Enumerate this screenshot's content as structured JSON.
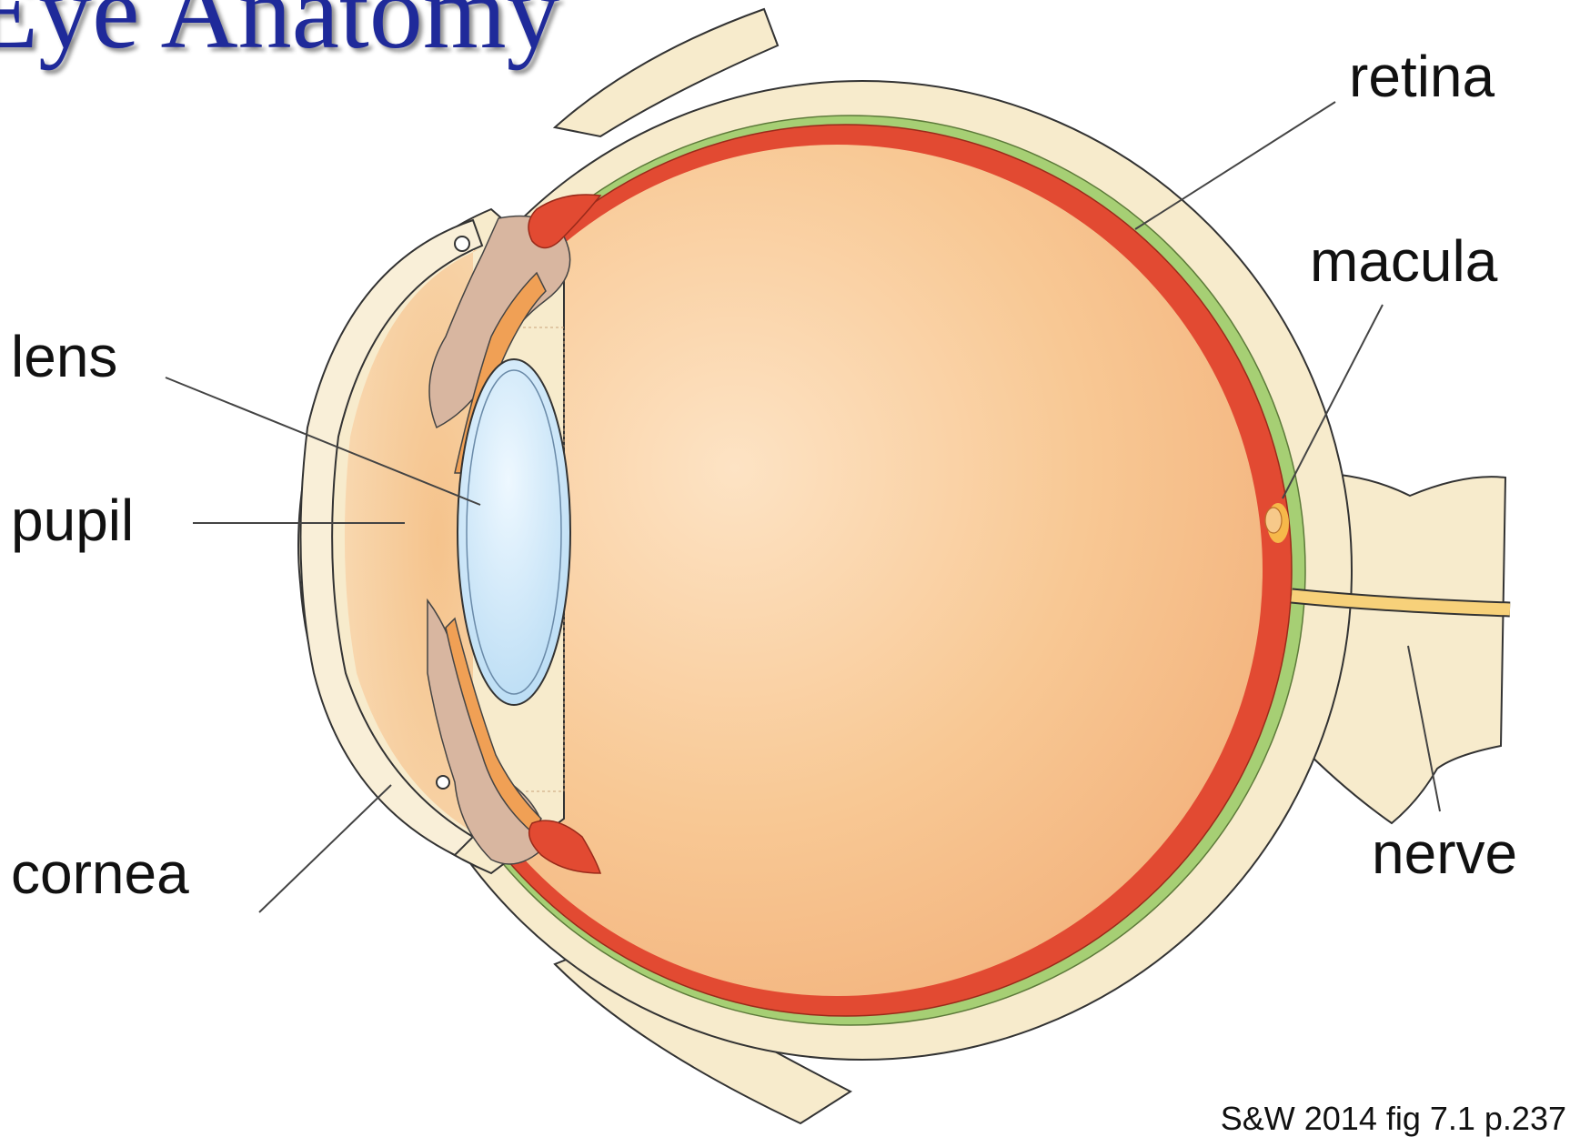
{
  "title": "Eye Anatomy",
  "labels": {
    "retina": "retina",
    "macula": "macula",
    "lens": "lens",
    "pupil": "pupil",
    "cornea": "cornea",
    "nerve": "nerve"
  },
  "caption": "S&W 2014 fig 7.1 p.237",
  "colors": {
    "title": "#1f2a9a",
    "sclera": "#f7ebcc",
    "vitreous": "#f6c48e",
    "choroid": "#e24a32",
    "retina_layer": "#a6cf74",
    "lens": "#cfe8f9",
    "iris": "#d8b6a0",
    "ciliary": "#f0a055",
    "nerve_fiber": "#f7d17a"
  }
}
